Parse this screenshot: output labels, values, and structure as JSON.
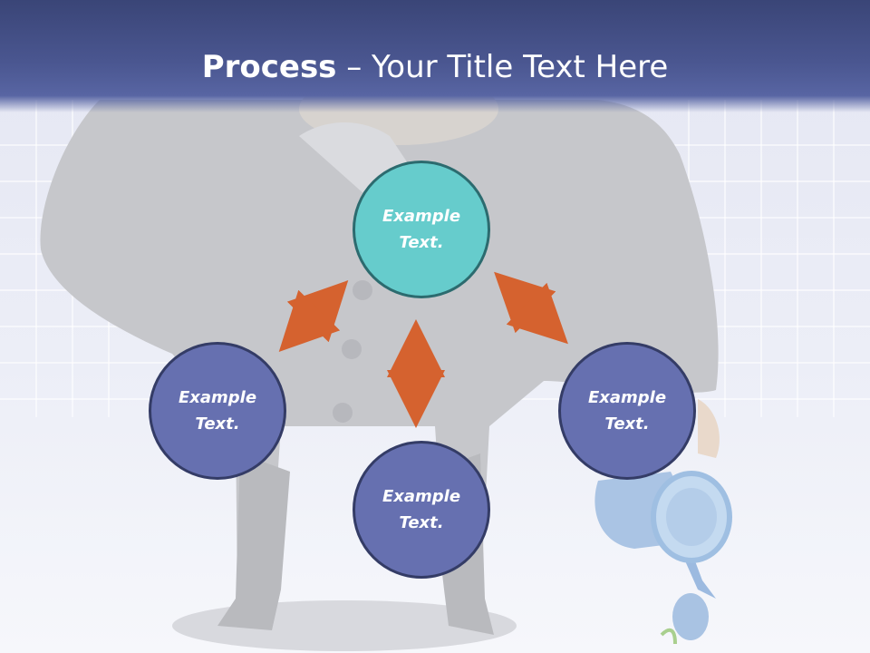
{
  "title": {
    "bold": "Process",
    "rest": " – Your Title Text Here"
  },
  "nodes": [
    {
      "label": "Example Text."
    },
    {
      "label": "Example Text."
    },
    {
      "label": "Example Text."
    },
    {
      "label": "Example Text."
    }
  ],
  "colors": {
    "header": "#4a5690",
    "node_primary": "#66cccc",
    "node_secondary": "#6670b0",
    "arrow": "#d5622f"
  }
}
